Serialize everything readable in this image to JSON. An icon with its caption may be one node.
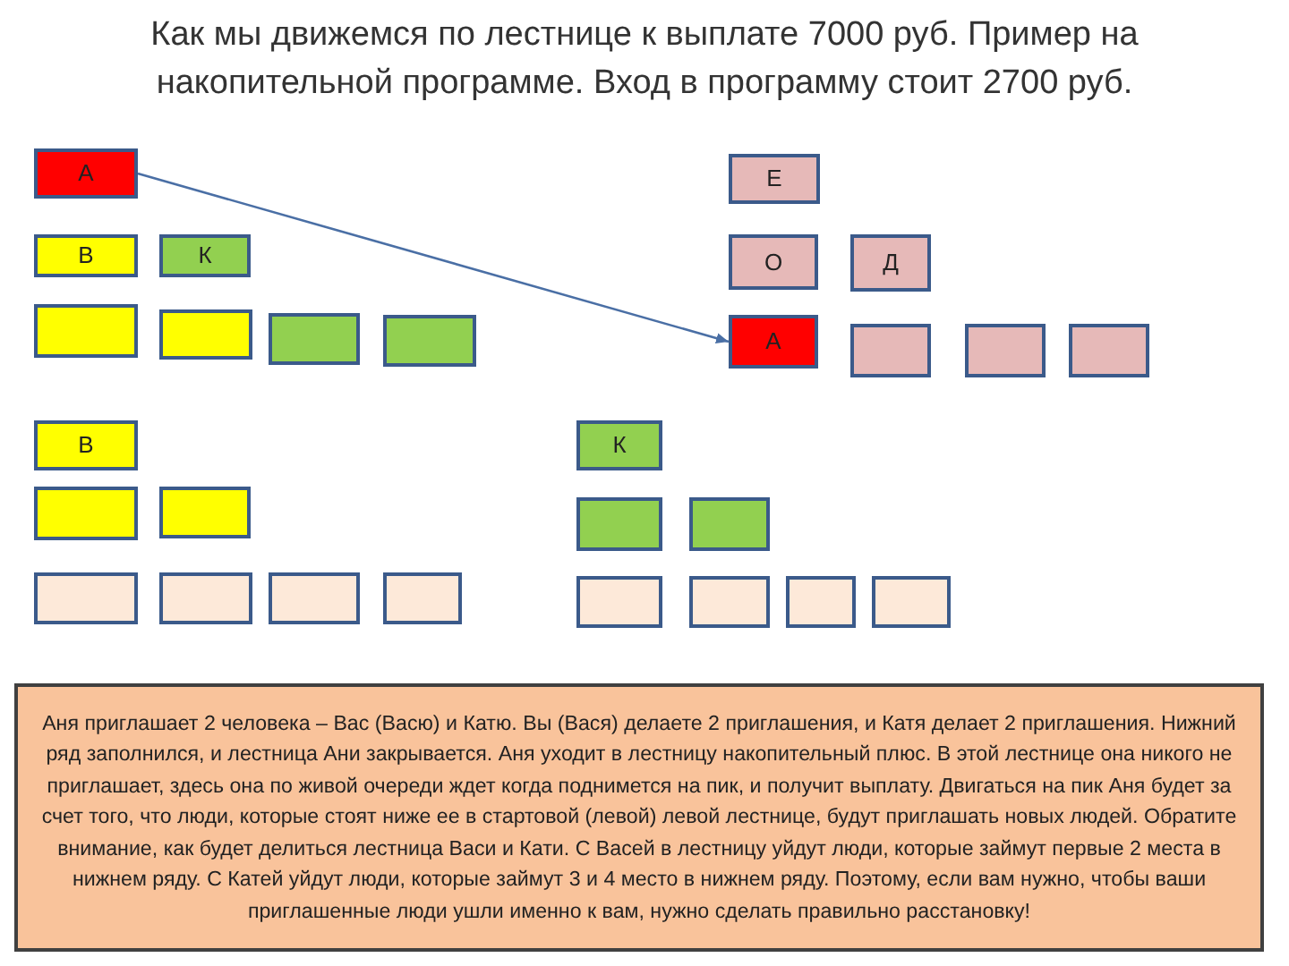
{
  "diagram": {
    "title": "Как мы движемся по лестнице к выплате 7000 руб. Пример на накопительной программе. Вход в программу стоит 2700 руб.",
    "nodes": [
      {
        "text": [
          "А"
        ]
      },
      {
        "text": [
          "В"
        ]
      },
      {
        "text": [
          "К"
        ]
      },
      {
        "text": [],
        "shape": "box"
      },
      {
        "text": [],
        "shape": "box"
      },
      {
        "text": [],
        "shape": "box"
      },
      {
        "text": [],
        "shape": "box"
      },
      {
        "text": [
          "Е"
        ]
      },
      {
        "text": [
          "О"
        ]
      },
      {
        "text": [
          "Д"
        ]
      },
      {
        "text": [
          "А"
        ]
      },
      {
        "text": [],
        "shape": "box"
      },
      {
        "text": [],
        "shape": "box"
      },
      {
        "text": [],
        "shape": "box"
      },
      {
        "text": [
          "В"
        ]
      },
      {
        "text": [],
        "shape": "box"
      },
      {
        "text": [],
        "shape": "box"
      },
      {
        "text": [],
        "shape": "box"
      },
      {
        "text": [],
        "shape": "box"
      },
      {
        "text": [],
        "shape": "box"
      },
      {
        "text": [],
        "shape": "box"
      },
      {
        "text": [
          "К"
        ]
      },
      {
        "text": [],
        "shape": "box"
      },
      {
        "text": [],
        "shape": "box"
      },
      {
        "text": [],
        "shape": "box"
      },
      {
        "text": [],
        "shape": "box"
      },
      {
        "text": [],
        "shape": "box"
      },
      {
        "text": [],
        "shape": "box"
      },
      {
        "text": [
          "Аня приглашает 2 человека – Вас (Васю) и Катю. Вы (Вася) делаете 2 приглашения, и Катя делает 2 приглашения. Нижний ряд заполнился, и лестница Ани закрывается. Аня уходит в лестницу накопительный плюс. В этой лестнице она никого не приглашает, здесь она по живой очереди ждет когда поднимется на пик, и получит выплату. Двигаться на пик Аня будет за счет того, что люди, которые стоят ниже ее в стартовой (левой) левой лестнице, будут приглашать новых людей. Обратите внимание, как будет делиться лестница Васи и Кати. С Васей в лестницу уйдут люди, которые займут первые 2 места в нижнем ряду. С Катей уйдут люди, которые займут 3 и 4 место в нижнем ряду. Поэтому, если вам нужно, чтобы ваши приглашенные люди ушли именно к вам, нужно сделать правильно расстановку!"
        ]
      }
    ],
    "edges": [
      {
        "from": 0,
        "to": 10,
        "arrow": "to"
      }
    ]
  }
}
